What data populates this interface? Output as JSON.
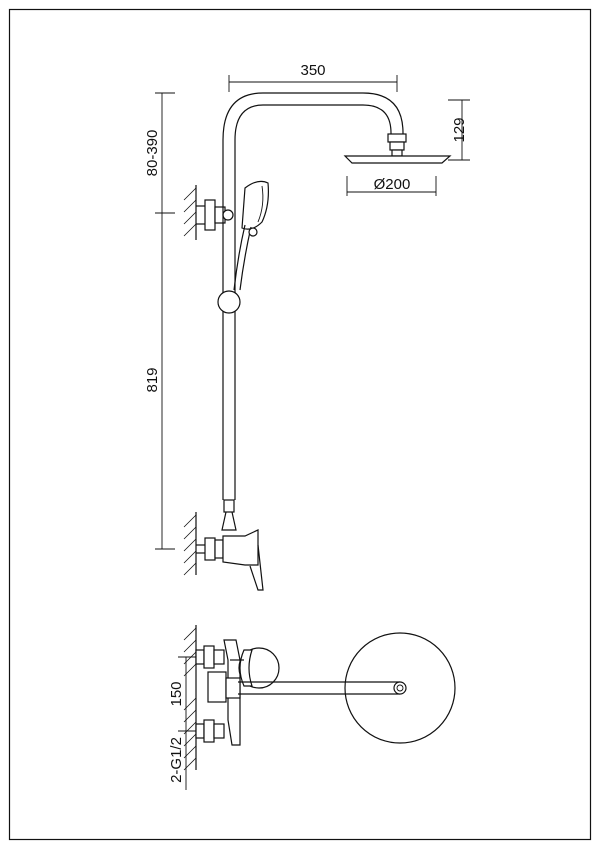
{
  "dimensions": {
    "arm_reach": "350",
    "head_drop": "129",
    "head_diameter": "Ø200",
    "height_adjust": "80-390",
    "riser_length": "819",
    "inlet_spacing": "150",
    "inlet_thread": "2-G1/2"
  }
}
